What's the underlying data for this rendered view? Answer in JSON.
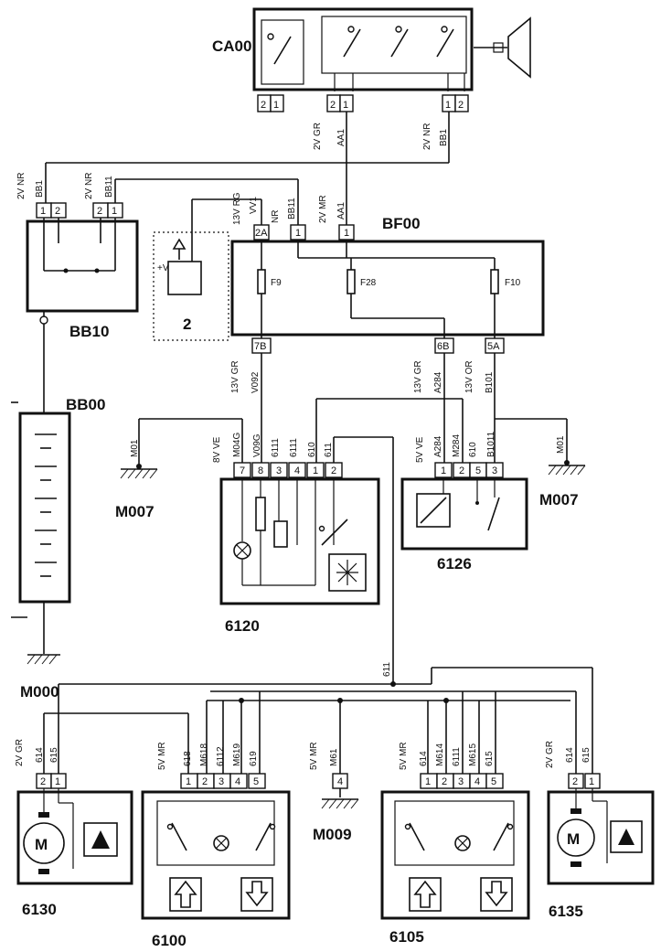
{
  "components": {
    "ca00": "CA00",
    "bf00": "BF00",
    "bb10": "BB10",
    "bb00": "BB00",
    "m000": "M000",
    "m007_left": "M007",
    "m007_right": "M007",
    "m009": "M009",
    "c6120": "6120",
    "c6126": "6126",
    "c6130": "6130",
    "c6100": "6100",
    "c6105": "6105",
    "c6135": "6135",
    "dash_box": "2"
  },
  "fuses": {
    "f9": "F9",
    "f28": "F28",
    "f10": "F10"
  },
  "pins": {
    "ca00": [
      "2",
      "1",
      "2",
      "1",
      "1",
      "2"
    ],
    "bb10": [
      "1",
      "2",
      "2",
      "1"
    ],
    "bf00_top": [
      "2A",
      "1",
      "1"
    ],
    "bf00_bottom": [
      "7B",
      "6B",
      "5A"
    ],
    "c6120": [
      "7",
      "8",
      "3",
      "4",
      "1",
      "2"
    ],
    "c6126": [
      "1",
      "2",
      "5",
      "3"
    ],
    "c6130": [
      "2",
      "1"
    ],
    "c6100": [
      "1",
      "2",
      "3",
      "4",
      "5"
    ],
    "m009": "4",
    "c6105": [
      "1",
      "2",
      "3",
      "4",
      "5"
    ],
    "c6135": [
      "2",
      "1"
    ]
  },
  "wires": {
    "ca00_left_spec": "2V GR",
    "ca00_left_id": "AA1",
    "ca00_right_spec": "2V NR",
    "ca00_right_id": "BB1",
    "bb10_l_spec": "2V NR",
    "bb10_l_id": "BB1",
    "bb10_r_spec": "2V NR",
    "bb10_r_id": "BB11",
    "bf_vv1_spec": "13V RG",
    "bf_vv1_id": "VV1",
    "bf_bb11_spec": "NR",
    "bf_bb11_id": "BB11",
    "bf_aa1_spec": "2V MR",
    "bf_aa1_id": "AA1",
    "v092_spec": "13V GR",
    "v092_id": "V092",
    "a284_spec": "13V GR",
    "a284_id": "A284",
    "b101_spec": "13V OR",
    "b101_id": "B101",
    "c6120_spec": "8V VE",
    "c6120_w1": "M04G",
    "c6120_w2": "V09G",
    "c6120_w3": "6111",
    "c6120_w4": "6111",
    "c6120_w5": "610",
    "c6120_w6": "611",
    "c6126_spec": "5V VE",
    "c6126_w1": "A284",
    "c6126_w2": "M284",
    "c6126_w3": "610",
    "c6126_w4": "B1011",
    "m01_left": "M01",
    "m01_right": "M01",
    "bus_611": "611",
    "c6130_spec": "2V GR",
    "c6130_w1": "614",
    "c6130_w2": "615",
    "c6100_spec": "5V MR",
    "c6100_w1": "618",
    "c6100_w2": "M618",
    "c6100_w3": "6112",
    "c6100_w4": "M619",
    "c6100_w5": "619",
    "m009_spec": "5V MR",
    "m009_w": "M61",
    "c6105_spec": "5V MR",
    "c6105_w1": "614",
    "c6105_w2": "M614",
    "c6105_w3": "6111",
    "c6105_w4": "M615",
    "c6105_w5": "615",
    "c6135_spec": "2V GR",
    "c6135_w1": "614",
    "c6135_w2": "615"
  },
  "dash_box_label": "+V",
  "motor_symbol": "M"
}
